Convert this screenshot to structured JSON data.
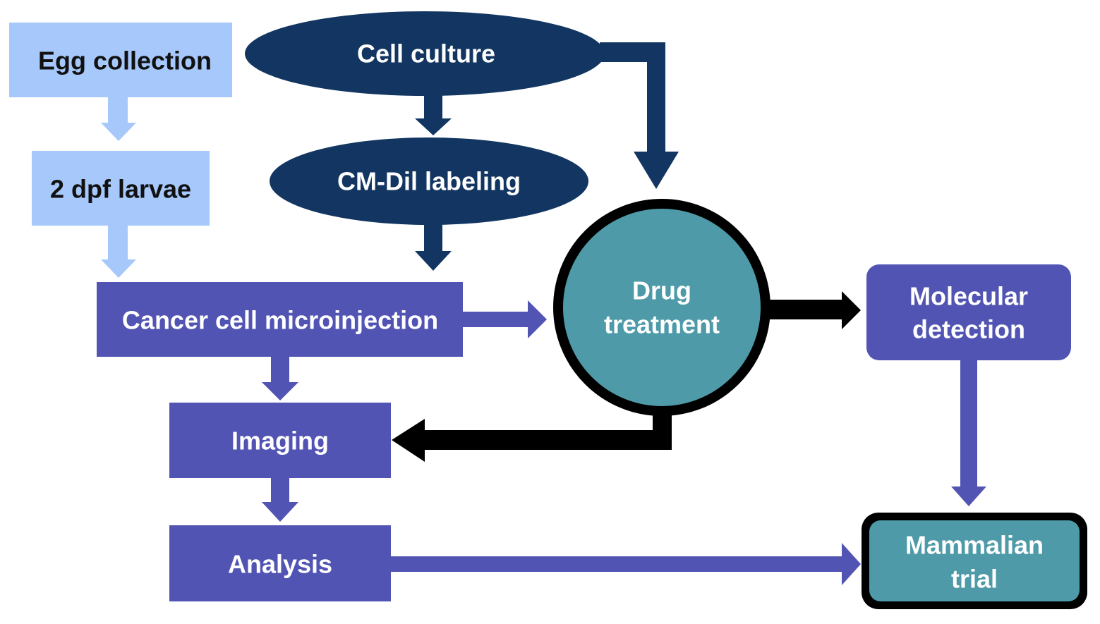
{
  "diagram": {
    "nodes": {
      "egg_collection": {
        "label": "Egg  collection"
      },
      "larvae": {
        "label": "2 dpf larvae"
      },
      "cell_culture": {
        "label": "Cell culture"
      },
      "cmdil": {
        "label": "CM-Dil labeling"
      },
      "microinjection": {
        "label": "Cancer cell microinjection"
      },
      "drug_line1": {
        "label": "Drug"
      },
      "drug_line2": {
        "label": "treatment"
      },
      "molecular_line1": {
        "label": "Molecular"
      },
      "molecular_line2": {
        "label": "detection"
      },
      "imaging": {
        "label": "Imaging"
      },
      "analysis": {
        "label": "Analysis"
      },
      "mammalian_line1": {
        "label": "Mammalian"
      },
      "mammalian_line2": {
        "label": "trial"
      }
    },
    "colors": {
      "light_blue": "#a6c8fb",
      "navy": "#123661",
      "purple": "#5154b3",
      "teal": "#4e9aa8",
      "black": "#000000"
    },
    "edges": [
      {
        "from": "Egg collection",
        "to": "2 dpf larvae"
      },
      {
        "from": "2 dpf larvae",
        "to": "Cancer cell microinjection"
      },
      {
        "from": "Cell culture",
        "to": "CM-Dil labeling"
      },
      {
        "from": "Cell culture",
        "to": "Drug treatment"
      },
      {
        "from": "CM-Dil labeling",
        "to": "Cancer cell microinjection"
      },
      {
        "from": "Cancer cell microinjection",
        "to": "Drug treatment"
      },
      {
        "from": "Cancer cell microinjection",
        "to": "Imaging"
      },
      {
        "from": "Drug treatment",
        "to": "Molecular detection"
      },
      {
        "from": "Drug treatment",
        "to": "Imaging"
      },
      {
        "from": "Imaging",
        "to": "Analysis"
      },
      {
        "from": "Molecular detection",
        "to": "Mammalian trial"
      },
      {
        "from": "Analysis",
        "to": "Mammalian trial"
      }
    ]
  }
}
